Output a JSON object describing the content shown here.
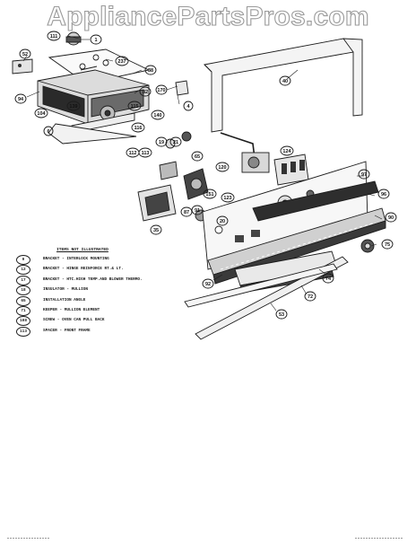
{
  "watermark": "AppliancePartsPros.com",
  "legend": {
    "title": "ITEMS NOT ILLUSTRATED",
    "items": [
      {
        "num": "9",
        "desc": "BRACKET - INTERLOCK MOUNTING"
      },
      {
        "num": "12",
        "desc": "BRACKET - HINGE REINFORCE RT.& LT."
      },
      {
        "num": "17",
        "desc": "BRACKET - HTC.HIGH TEMP.AND BLOWER THERMO."
      },
      {
        "num": "18",
        "desc": "INSULATOR - MULLION"
      },
      {
        "num": "65",
        "desc": "INSTALLATION ANGLE"
      },
      {
        "num": "71",
        "desc": "KEEPER - MULLION ELEMENT"
      },
      {
        "num": "108",
        "desc": "SCREW - OVEN CAN PULL BACK"
      },
      {
        "num": "113",
        "desc": "SPACER - FRONT FRAME"
      }
    ]
  },
  "callouts": [
    "111",
    "1",
    "237",
    "52",
    "38",
    "94",
    "82",
    "170",
    "104",
    "6",
    "139",
    "115",
    "140",
    "40",
    "4",
    "116",
    "112",
    "113",
    "19",
    "21",
    "65",
    "120",
    "124",
    "97",
    "96",
    "151",
    "123",
    "87",
    "91",
    "35",
    "90",
    "75",
    "20",
    "74",
    "72",
    "92",
    "53"
  ]
}
